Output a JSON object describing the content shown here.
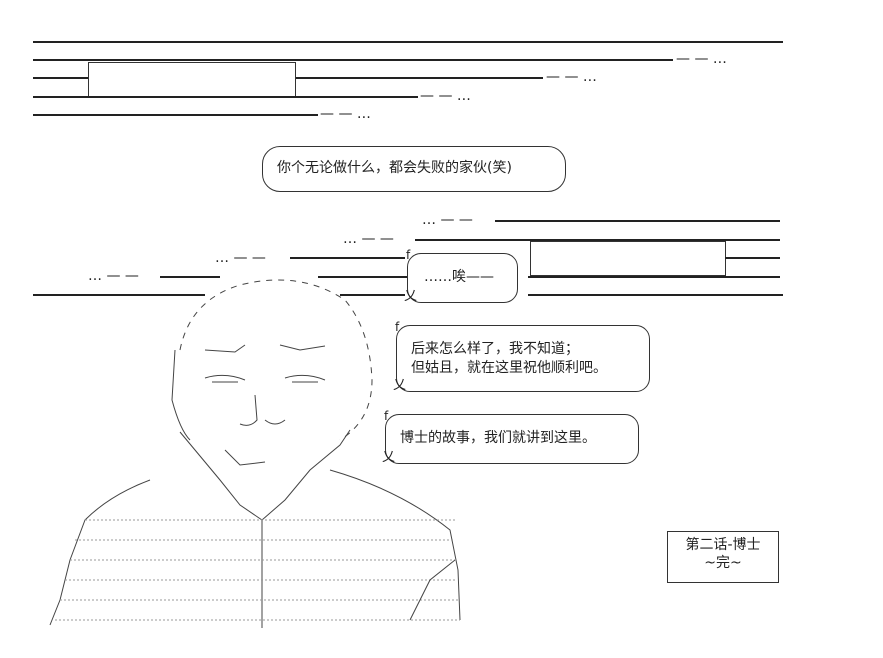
{
  "header_lines": {
    "ellipsis": "— — …"
  },
  "bubbles": {
    "main": "你个无论做什么，都会失败的家伙(笑)",
    "sigh": "……唉——",
    "line1": "后来怎么样了，我不知道；",
    "line2": "但姑且，就在这里祝他顺利吧。",
    "line3": "博士的故事，我们就讲到这里。"
  },
  "ending": {
    "title": "第二话-博士",
    "end": "~完~"
  },
  "right_lines": {
    "ellipsis": "… — —"
  }
}
